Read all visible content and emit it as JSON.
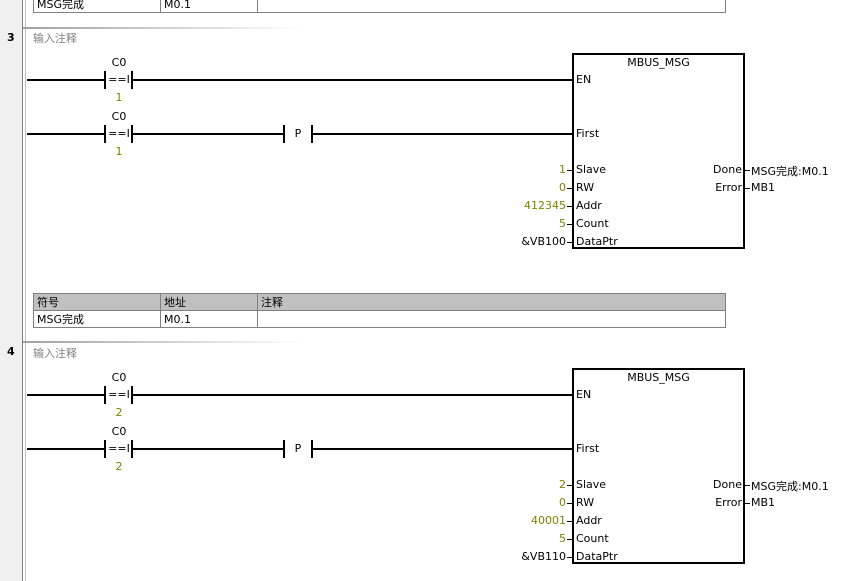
{
  "top_table": {
    "symbol": "MSG完成",
    "address": "M0.1"
  },
  "networks": [
    {
      "number": "3",
      "comment": "输入注释",
      "contact1": {
        "top": "C0",
        "op": "==I",
        "bottom": "1"
      },
      "contact2": {
        "top": "C0",
        "op": "==I",
        "bottom": "1"
      },
      "pulse": "P",
      "block": {
        "title": "MBUS_MSG",
        "en": "EN",
        "first": "First",
        "inputs": [
          {
            "pin": "Slave",
            "value": "1"
          },
          {
            "pin": "RW",
            "value": "0"
          },
          {
            "pin": "Addr",
            "value": "412345"
          },
          {
            "pin": "Count",
            "value": "5"
          },
          {
            "pin": "DataPtr",
            "value": "&VB100"
          }
        ],
        "outputs": [
          {
            "pin": "Done",
            "value": "MSG完成:M0.1"
          },
          {
            "pin": "Error",
            "value": "MB1"
          }
        ]
      },
      "table": {
        "headers": [
          "符号",
          "地址",
          "注释"
        ],
        "rows": [
          [
            "MSG完成",
            "M0.1",
            ""
          ]
        ]
      }
    },
    {
      "number": "4",
      "comment": "输入注释",
      "contact1": {
        "top": "C0",
        "op": "==I",
        "bottom": "2"
      },
      "contact2": {
        "top": "C0",
        "op": "==I",
        "bottom": "2"
      },
      "pulse": "P",
      "block": {
        "title": "MBUS_MSG",
        "en": "EN",
        "first": "First",
        "inputs": [
          {
            "pin": "Slave",
            "value": "2"
          },
          {
            "pin": "RW",
            "value": "0"
          },
          {
            "pin": "Addr",
            "value": "40001"
          },
          {
            "pin": "Count",
            "value": "5"
          },
          {
            "pin": "DataPtr",
            "value": "&VB110"
          }
        ],
        "outputs": [
          {
            "pin": "Done",
            "value": "MSG完成:M0.1"
          },
          {
            "pin": "Error",
            "value": "MB1"
          }
        ]
      }
    }
  ]
}
